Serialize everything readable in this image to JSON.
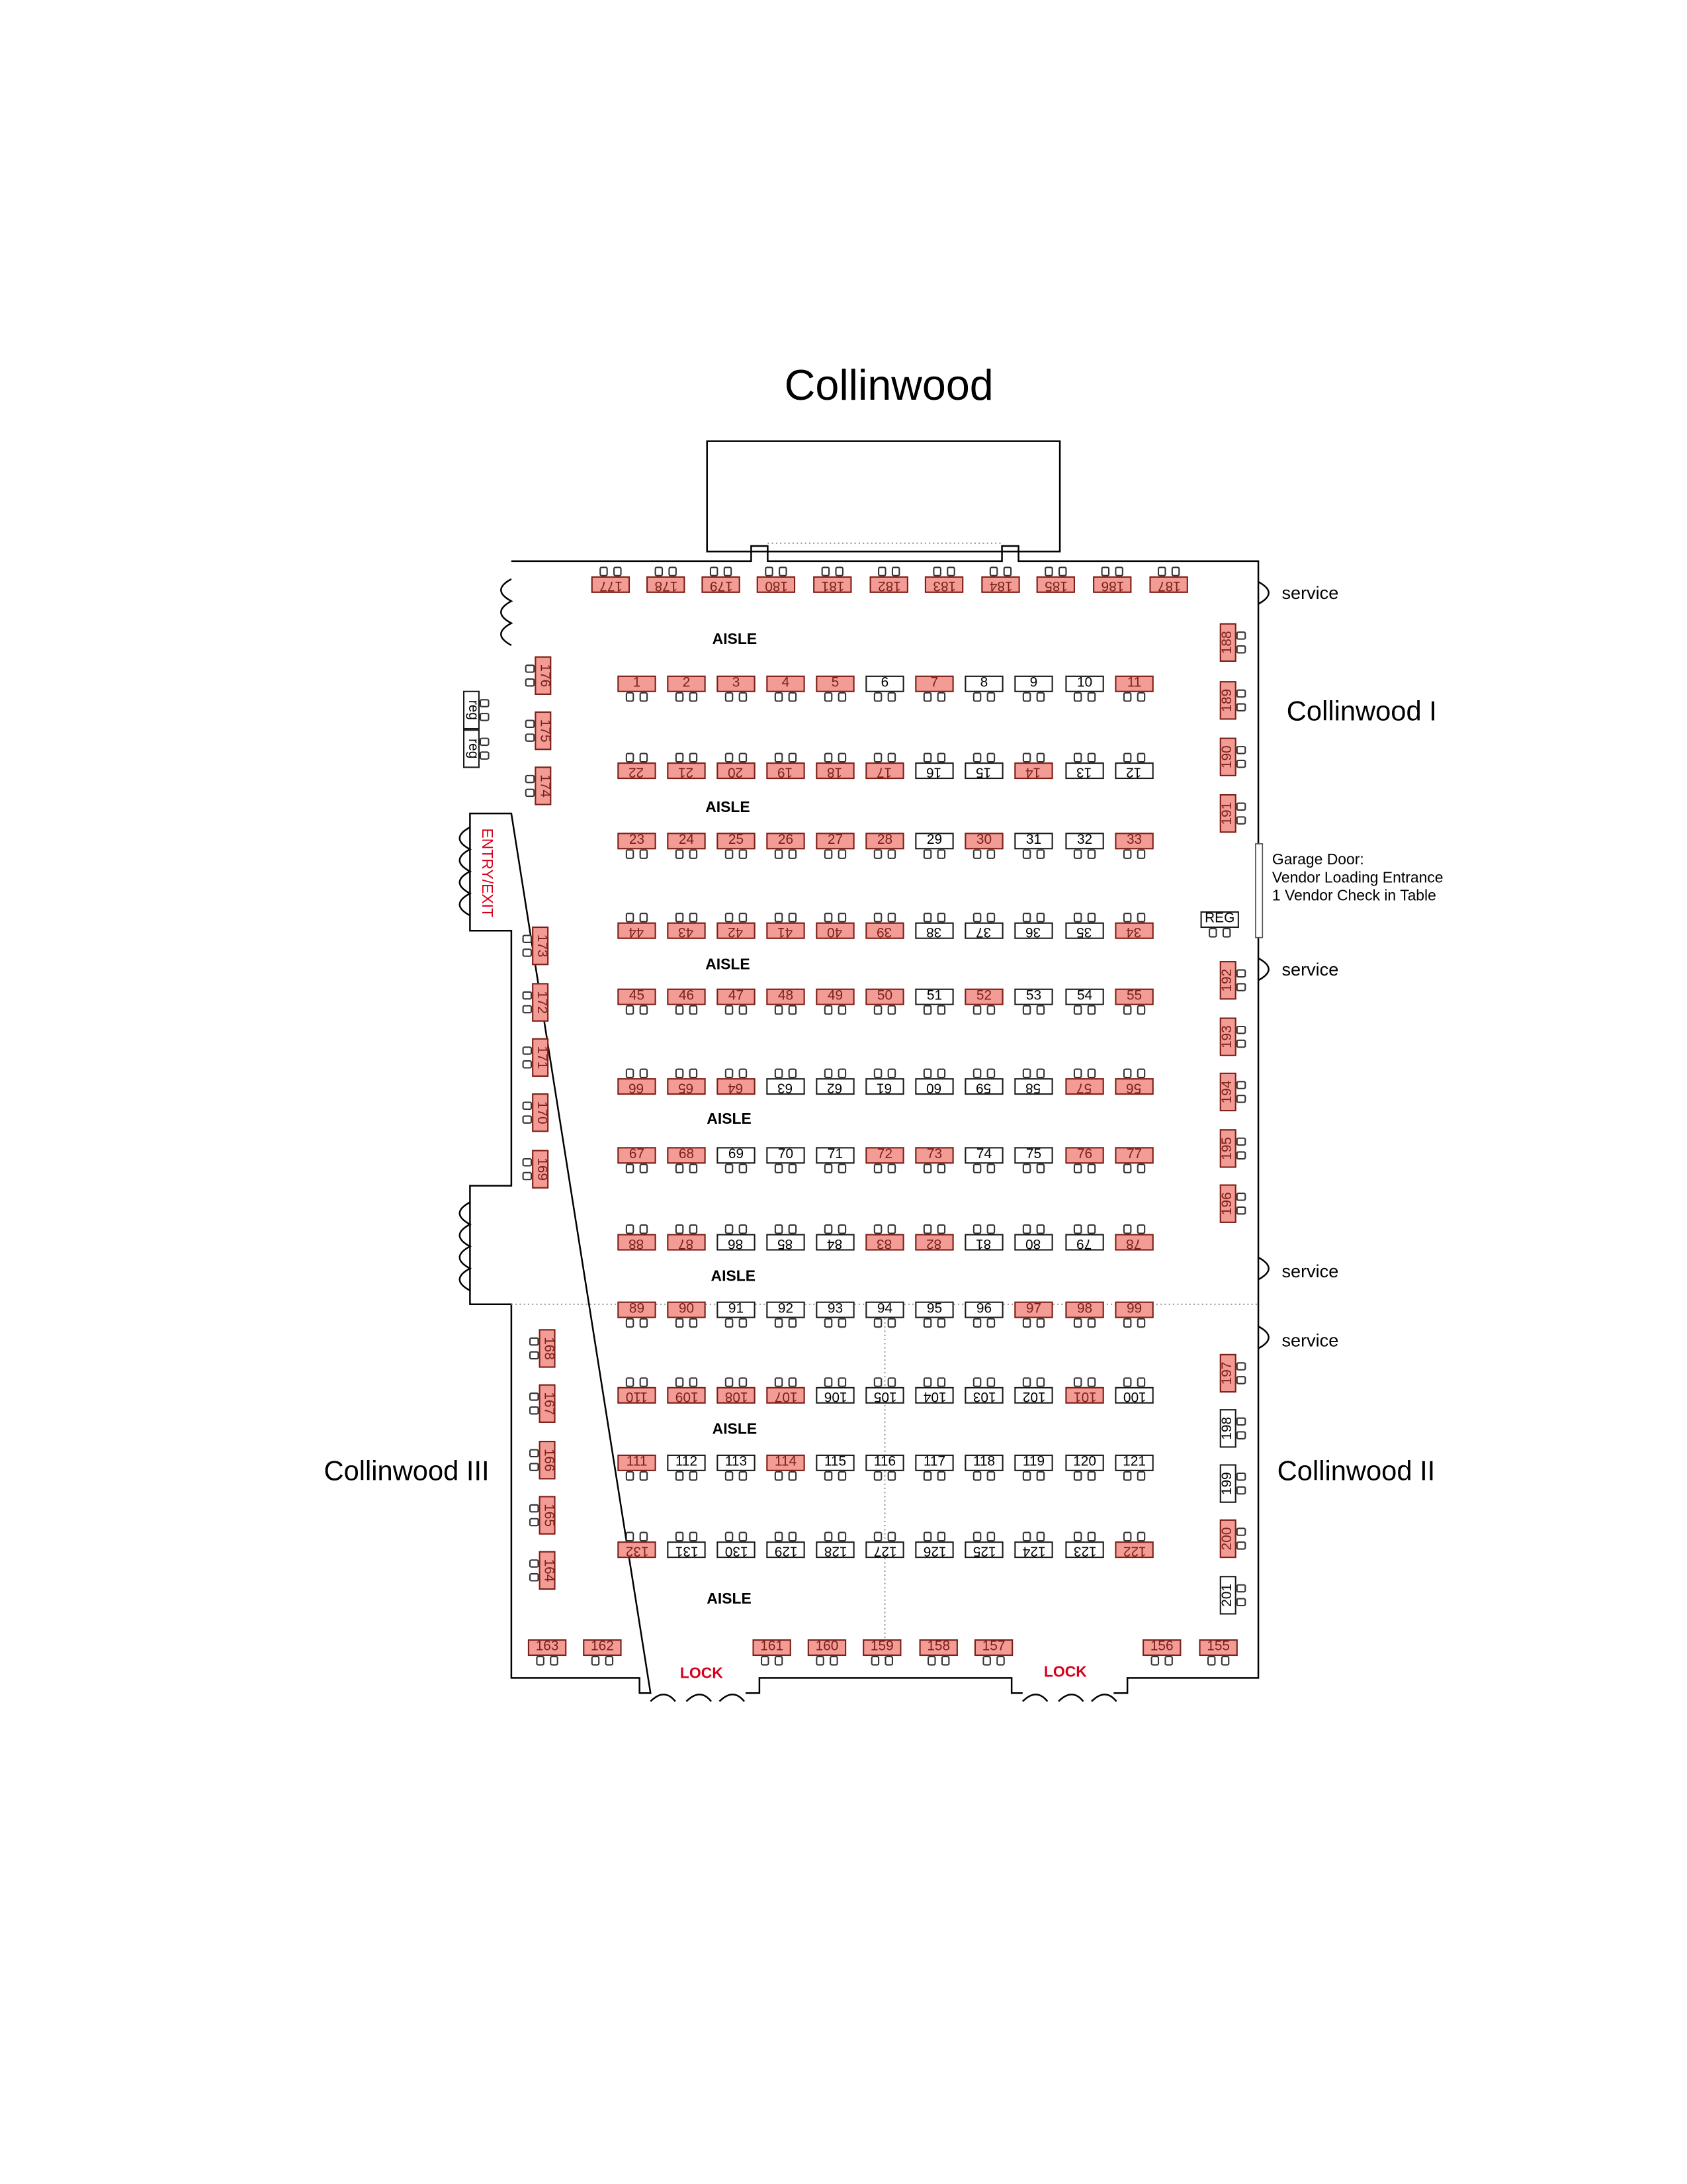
{
  "title": "Collinwood",
  "rooms": {
    "one": "Collinwood I",
    "two": "Collinwood II",
    "three": "Collinwood III"
  },
  "service_labels": [
    "service",
    "service",
    "service",
    "service"
  ],
  "aisle_labels": [
    "AISLE",
    "AISLE",
    "AISLE",
    "AISLE",
    "AISLE",
    "AISLE",
    "AISLE"
  ],
  "lock_labels": [
    "LOCK",
    "LOCK"
  ],
  "entry_label": "ENTRY/EXIT",
  "garage_note": [
    "Garage Door:",
    "Vendor Loading Entrance",
    "1 Vendor Check in Table"
  ],
  "colors": {
    "booked": "#f39b95",
    "booked_border": "#7a2018",
    "available": "#ffffff",
    "alert": "#d6001c"
  },
  "registration": {
    "left": [
      "reg",
      "reg"
    ],
    "right": "REG"
  },
  "tables": {
    "top": [
      {
        "n": "177",
        "b": true
      },
      {
        "n": "178",
        "b": true
      },
      {
        "n": "179",
        "b": true
      },
      {
        "n": "180",
        "b": true
      },
      {
        "n": "181",
        "b": true
      },
      {
        "n": "182",
        "b": true
      },
      {
        "n": "183",
        "b": true
      },
      {
        "n": "184",
        "b": true
      },
      {
        "n": "185",
        "b": true
      },
      {
        "n": "186",
        "b": true
      },
      {
        "n": "187",
        "b": true
      }
    ],
    "row1": [
      {
        "n": "1",
        "b": true
      },
      {
        "n": "2",
        "b": true
      },
      {
        "n": "3",
        "b": true
      },
      {
        "n": "4",
        "b": true
      },
      {
        "n": "5",
        "b": true
      },
      {
        "n": "6",
        "b": false
      },
      {
        "n": "7",
        "b": true
      },
      {
        "n": "8",
        "b": false
      },
      {
        "n": "9",
        "b": false
      },
      {
        "n": "10",
        "b": false
      },
      {
        "n": "11",
        "b": true
      }
    ],
    "row2": [
      {
        "n": "22",
        "b": true
      },
      {
        "n": "21",
        "b": true
      },
      {
        "n": "20",
        "b": true
      },
      {
        "n": "19",
        "b": true
      },
      {
        "n": "18",
        "b": true
      },
      {
        "n": "17",
        "b": true
      },
      {
        "n": "16",
        "b": false
      },
      {
        "n": "15",
        "b": false
      },
      {
        "n": "14",
        "b": true
      },
      {
        "n": "13",
        "b": false
      },
      {
        "n": "12",
        "b": false
      }
    ],
    "row3": [
      {
        "n": "23",
        "b": true
      },
      {
        "n": "24",
        "b": true
      },
      {
        "n": "25",
        "b": true
      },
      {
        "n": "26",
        "b": true
      },
      {
        "n": "27",
        "b": true
      },
      {
        "n": "28",
        "b": true
      },
      {
        "n": "29",
        "b": false
      },
      {
        "n": "30",
        "b": true
      },
      {
        "n": "31",
        "b": false
      },
      {
        "n": "32",
        "b": false
      },
      {
        "n": "33",
        "b": true
      }
    ],
    "row4": [
      {
        "n": "44",
        "b": true
      },
      {
        "n": "43",
        "b": true
      },
      {
        "n": "42",
        "b": true
      },
      {
        "n": "41",
        "b": true
      },
      {
        "n": "40",
        "b": true
      },
      {
        "n": "39",
        "b": true
      },
      {
        "n": "38",
        "b": false
      },
      {
        "n": "37",
        "b": false
      },
      {
        "n": "36",
        "b": false
      },
      {
        "n": "35",
        "b": false
      },
      {
        "n": "34",
        "b": true
      }
    ],
    "row5": [
      {
        "n": "45",
        "b": true
      },
      {
        "n": "46",
        "b": true
      },
      {
        "n": "47",
        "b": true
      },
      {
        "n": "48",
        "b": true
      },
      {
        "n": "49",
        "b": true
      },
      {
        "n": "50",
        "b": true
      },
      {
        "n": "51",
        "b": false
      },
      {
        "n": "52",
        "b": true
      },
      {
        "n": "53",
        "b": false
      },
      {
        "n": "54",
        "b": false
      },
      {
        "n": "55",
        "b": true
      }
    ],
    "row6": [
      {
        "n": "66",
        "b": true
      },
      {
        "n": "65",
        "b": true
      },
      {
        "n": "64",
        "b": true
      },
      {
        "n": "63",
        "b": false
      },
      {
        "n": "62",
        "b": false
      },
      {
        "n": "61",
        "b": false
      },
      {
        "n": "60",
        "b": false
      },
      {
        "n": "59",
        "b": false
      },
      {
        "n": "58",
        "b": false
      },
      {
        "n": "57",
        "b": true
      },
      {
        "n": "56",
        "b": true
      }
    ],
    "row7": [
      {
        "n": "67",
        "b": true
      },
      {
        "n": "68",
        "b": true
      },
      {
        "n": "69",
        "b": false
      },
      {
        "n": "70",
        "b": false
      },
      {
        "n": "71",
        "b": false
      },
      {
        "n": "72",
        "b": true
      },
      {
        "n": "73",
        "b": true
      },
      {
        "n": "74",
        "b": false
      },
      {
        "n": "75",
        "b": false
      },
      {
        "n": "76",
        "b": true
      },
      {
        "n": "77",
        "b": true
      }
    ],
    "row8": [
      {
        "n": "88",
        "b": true
      },
      {
        "n": "87",
        "b": true
      },
      {
        "n": "86",
        "b": false
      },
      {
        "n": "85",
        "b": false
      },
      {
        "n": "84",
        "b": false
      },
      {
        "n": "83",
        "b": true
      },
      {
        "n": "82",
        "b": true
      },
      {
        "n": "81",
        "b": false
      },
      {
        "n": "80",
        "b": false
      },
      {
        "n": "79",
        "b": false
      },
      {
        "n": "78",
        "b": true
      }
    ],
    "row9": [
      {
        "n": "89",
        "b": true
      },
      {
        "n": "90",
        "b": true
      },
      {
        "n": "91",
        "b": false
      },
      {
        "n": "92",
        "b": false
      },
      {
        "n": "93",
        "b": false
      },
      {
        "n": "94",
        "b": false
      },
      {
        "n": "95",
        "b": false
      },
      {
        "n": "96",
        "b": false
      },
      {
        "n": "97",
        "b": true
      },
      {
        "n": "98",
        "b": true
      },
      {
        "n": "99",
        "b": true
      }
    ],
    "row10": [
      {
        "n": "110",
        "b": true
      },
      {
        "n": "109",
        "b": true
      },
      {
        "n": "108",
        "b": true
      },
      {
        "n": "107",
        "b": true
      },
      {
        "n": "106",
        "b": false
      },
      {
        "n": "105",
        "b": false
      },
      {
        "n": "104",
        "b": false
      },
      {
        "n": "103",
        "b": false
      },
      {
        "n": "102",
        "b": false
      },
      {
        "n": "101",
        "b": true
      },
      {
        "n": "100",
        "b": false
      }
    ],
    "row11": [
      {
        "n": "111",
        "b": true
      },
      {
        "n": "112",
        "b": false
      },
      {
        "n": "113",
        "b": false
      },
      {
        "n": "114",
        "b": true
      },
      {
        "n": "115",
        "b": false
      },
      {
        "n": "116",
        "b": false
      },
      {
        "n": "117",
        "b": false
      },
      {
        "n": "118",
        "b": false
      },
      {
        "n": "119",
        "b": false
      },
      {
        "n": "120",
        "b": false
      },
      {
        "n": "121",
        "b": false
      }
    ],
    "row12": [
      {
        "n": "132",
        "b": true
      },
      {
        "n": "131",
        "b": false
      },
      {
        "n": "130",
        "b": false
      },
      {
        "n": "129",
        "b": false
      },
      {
        "n": "128",
        "b": false
      },
      {
        "n": "127",
        "b": false
      },
      {
        "n": "126",
        "b": false
      },
      {
        "n": "125",
        "b": false
      },
      {
        "n": "124",
        "b": false
      },
      {
        "n": "123",
        "b": false
      },
      {
        "n": "122",
        "b": true
      }
    ],
    "bottom": [
      {
        "n": "163",
        "b": true
      },
      {
        "n": "162",
        "b": true
      },
      {
        "n": "161",
        "b": true
      },
      {
        "n": "160",
        "b": true
      },
      {
        "n": "159",
        "b": true
      },
      {
        "n": "158",
        "b": true
      },
      {
        "n": "157",
        "b": true
      },
      {
        "n": "156",
        "b": true
      },
      {
        "n": "155",
        "b": true
      }
    ],
    "left": [
      {
        "n": "176",
        "b": true
      },
      {
        "n": "175",
        "b": true
      },
      {
        "n": "174",
        "b": true
      },
      {
        "n": "173",
        "b": true
      },
      {
        "n": "172",
        "b": true
      },
      {
        "n": "171",
        "b": true
      },
      {
        "n": "170",
        "b": true
      },
      {
        "n": "169",
        "b": true
      },
      {
        "n": "168",
        "b": true
      },
      {
        "n": "167",
        "b": true
      },
      {
        "n": "166",
        "b": true
      },
      {
        "n": "165",
        "b": true
      },
      {
        "n": "164",
        "b": true
      }
    ],
    "right": [
      {
        "n": "188",
        "b": true
      },
      {
        "n": "189",
        "b": true
      },
      {
        "n": "190",
        "b": true
      },
      {
        "n": "191",
        "b": true
      },
      {
        "n": "192",
        "b": true
      },
      {
        "n": "193",
        "b": true
      },
      {
        "n": "194",
        "b": true
      },
      {
        "n": "195",
        "b": true
      },
      {
        "n": "196",
        "b": true
      },
      {
        "n": "197",
        "b": true
      },
      {
        "n": "198",
        "b": false
      },
      {
        "n": "199",
        "b": false
      },
      {
        "n": "200",
        "b": true
      },
      {
        "n": "201",
        "b": false
      }
    ]
  }
}
